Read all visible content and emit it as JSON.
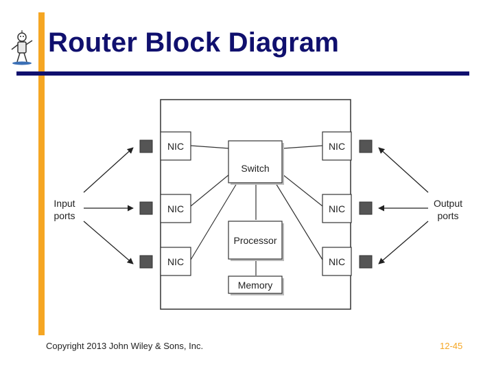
{
  "slide": {
    "title": "Router Block Diagram",
    "footer_copyright": "Copyright 2013 John Wiley & Sons, Inc.",
    "page_number": "12-45"
  },
  "diagram": {
    "nic_label": "NIC",
    "switch_label": "Switch",
    "processor_label": "Processor",
    "memory_label": "Memory",
    "input_label_line1": "Input",
    "input_label_line2": "ports",
    "output_label_line1": "Output",
    "output_label_line2": "ports"
  },
  "colors": {
    "title": "#10106e",
    "accent_bar": "#f5a623",
    "rule": "#10106e",
    "port_fill": "#555555"
  },
  "icons": {
    "logo": "figure-mascot-icon"
  }
}
